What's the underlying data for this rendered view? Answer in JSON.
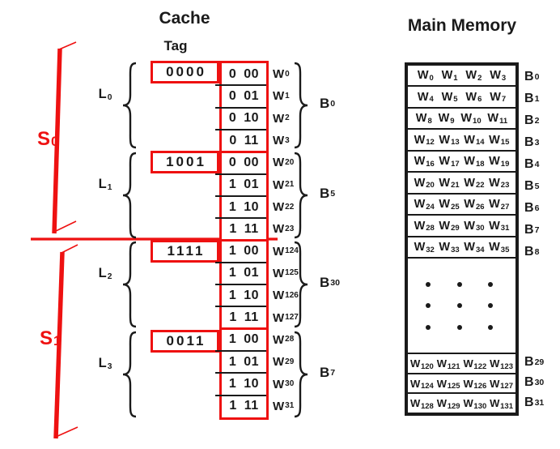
{
  "palette": {
    "red": "#ee1111",
    "ink": "#1a1a1a"
  },
  "cache": {
    "title": "Cache",
    "tag_label": "Tag",
    "word_letter": "W",
    "block_letter": "B",
    "line_letter": "L",
    "set_letter": "S",
    "sets": [
      {
        "sub": "0"
      },
      {
        "sub": "1"
      }
    ],
    "lines": [
      {
        "name_sub": "0",
        "tag": "0000",
        "block_sub": "0"
      },
      {
        "name_sub": "1",
        "tag": "1001",
        "block_sub": "5"
      },
      {
        "name_sub": "2",
        "tag": "1111",
        "block_sub": "30"
      },
      {
        "name_sub": "3",
        "tag": "0011",
        "block_sub": "7"
      }
    ],
    "rows": [
      {
        "bits": "0 00",
        "word_sub": "0"
      },
      {
        "bits": "0 01",
        "word_sub": "1"
      },
      {
        "bits": "0 10",
        "word_sub": "2"
      },
      {
        "bits": "0 11",
        "word_sub": "3"
      },
      {
        "bits": "0 00",
        "word_sub": "20"
      },
      {
        "bits": "1 01",
        "word_sub": "21"
      },
      {
        "bits": "1 10",
        "word_sub": "22"
      },
      {
        "bits": "1 11",
        "word_sub": "23"
      },
      {
        "bits": "1 00",
        "word_sub": "124"
      },
      {
        "bits": "1 01",
        "word_sub": "125"
      },
      {
        "bits": "1 10",
        "word_sub": "126"
      },
      {
        "bits": "1 11",
        "word_sub": "127"
      },
      {
        "bits": "1 00",
        "word_sub": "28"
      },
      {
        "bits": "1 01",
        "word_sub": "29"
      },
      {
        "bits": "1 10",
        "word_sub": "30"
      },
      {
        "bits": "1 11",
        "word_sub": "31"
      }
    ]
  },
  "mm": {
    "title": "Main Memory",
    "word_letter": "W",
    "block_letter": "B",
    "rows": [
      {
        "words": [
          "0",
          "1",
          "2",
          "3"
        ],
        "block": "0"
      },
      {
        "words": [
          "4",
          "5",
          "6",
          "7"
        ],
        "block": "1"
      },
      {
        "words": [
          "8",
          "9",
          "10",
          "11"
        ],
        "block": "2"
      },
      {
        "words": [
          "12",
          "13",
          "14",
          "15"
        ],
        "block": "3"
      },
      {
        "words": [
          "16",
          "17",
          "18",
          "19"
        ],
        "block": "4"
      },
      {
        "words": [
          "20",
          "21",
          "22",
          "23"
        ],
        "block": "5"
      },
      {
        "words": [
          "24",
          "25",
          "26",
          "27"
        ],
        "block": "6"
      },
      {
        "words": [
          "28",
          "29",
          "30",
          "31"
        ],
        "block": "7"
      },
      {
        "words": [
          "32",
          "33",
          "34",
          "35"
        ],
        "block": "8"
      }
    ],
    "bottom_rows": [
      {
        "words": [
          "120",
          "121",
          "122",
          "123"
        ],
        "block": "29"
      },
      {
        "words": [
          "124",
          "125",
          "126",
          "127"
        ],
        "block": "30"
      },
      {
        "words": [
          "128",
          "129",
          "130",
          "131"
        ],
        "block": "31"
      }
    ]
  }
}
